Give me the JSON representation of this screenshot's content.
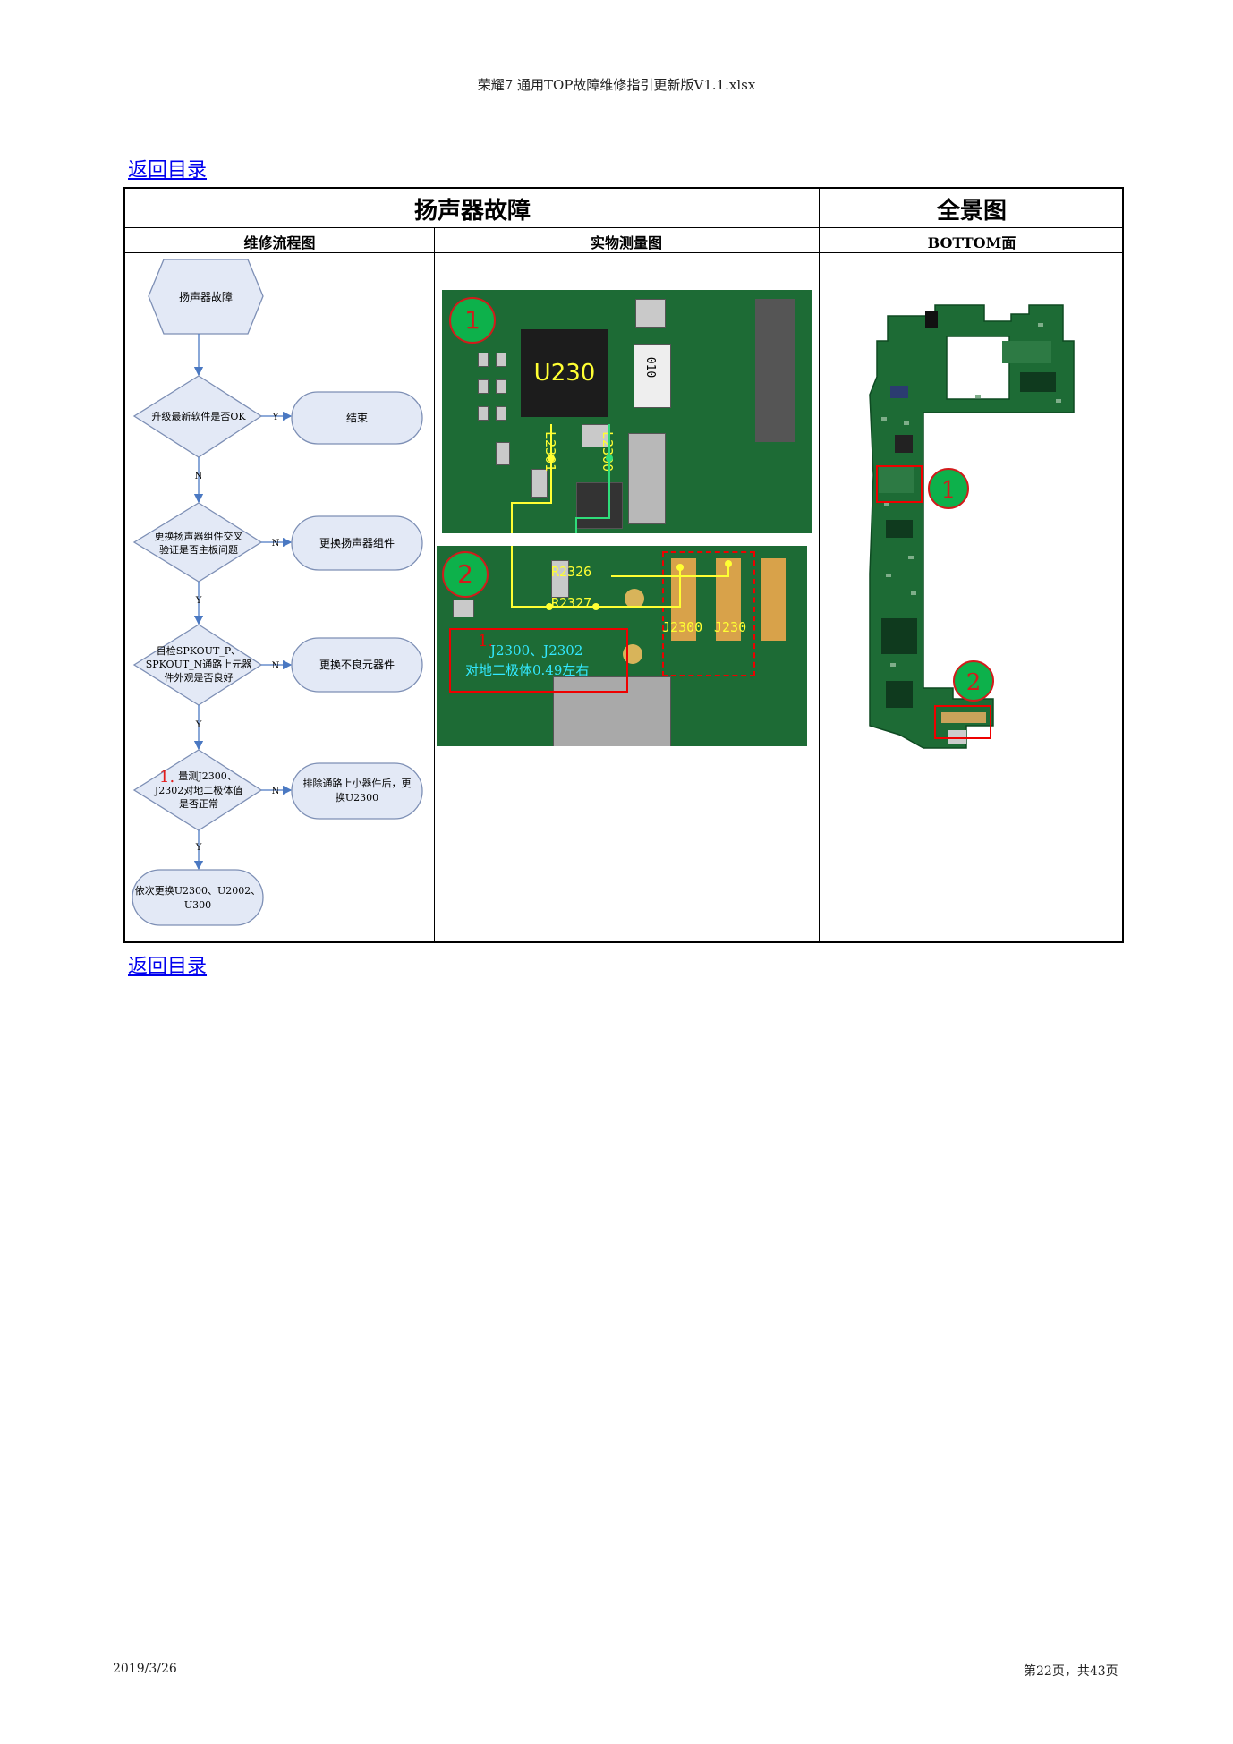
{
  "document_title": "荣耀7 通用TOP故障维修指引更新版V1.1.xlsx",
  "back_link": "返回目录",
  "table": {
    "title": "扬声器故障",
    "panorama_title": "全景图",
    "col1": "维修流程图",
    "col2": "实物测量图",
    "col3": "BOTTOM面"
  },
  "flowchart": {
    "start": "扬声器故障",
    "q1": "升级最新软件是否OK",
    "q1_yes": "Y",
    "end": "结束",
    "q1_no": "N",
    "q2_l1": "更换扬声器组件交叉",
    "q2_l2": "验证是否主板问题",
    "q2_no": "N",
    "a2": "更换扬声器组件",
    "q2_yes": "Y",
    "q3_l1": "目检SPKOUT_P、",
    "q3_l2": "SPKOUT_N通路上元器",
    "q3_l3": "件外观是否良好",
    "q3_no": "N",
    "a3": "更换不良元器件",
    "q3_yes": "Y",
    "q4_num": "1.",
    "q4_l1": "量测J2300、",
    "q4_l2": "J2302对地二极体值",
    "q4_l3": "是否正常",
    "q4_no": "N",
    "a4_l1": "排除通路上小器件后，更",
    "a4_l2": "换U2300",
    "q4_yes": "Y",
    "last_l1": "依次更换U2300、U2002、",
    "last_l2": "U300"
  },
  "photo1": {
    "marker": "1",
    "chip_label": "U230",
    "cap_label": "010",
    "l1": "L2301",
    "l2": "L2300"
  },
  "photo2": {
    "marker": "2",
    "r1": "R2326",
    "r2": "R2327",
    "j1": "J2300",
    "j2": "J230",
    "note_num": "1.",
    "note_l1": "J2300、J2302",
    "note_l2": "对地二极体0.49左右"
  },
  "board": {
    "marker1": "1",
    "marker2": "2"
  },
  "colors": {
    "link": "#0000ee",
    "flow_fill": "#e3e9f6",
    "flow_stroke": "#7d8fb5",
    "arrow": "#4a78c2",
    "pcb": "#1d6b35",
    "marker_fill": "#0db14b",
    "marker_red": "#d21b1b",
    "label_yellow": "#ffff33",
    "label_cyan": "#33e8ff"
  },
  "footer": {
    "date": "2019/3/26",
    "page": "第22页，共43页"
  }
}
